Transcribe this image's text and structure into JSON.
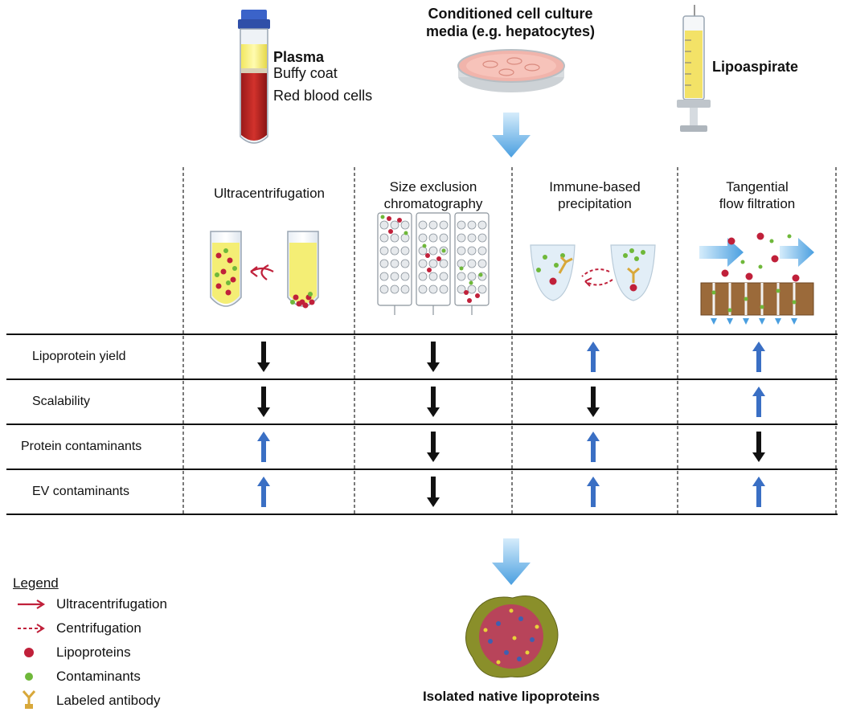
{
  "sources": {
    "plasma": {
      "top": "Plasma",
      "middle": "Buffy coat",
      "bottom": "Red blood cells"
    },
    "media": {
      "line1": "Conditioned cell culture",
      "line2": "media (e.g. hepatocytes)"
    },
    "lipo": {
      "label": "Lipoaspirate"
    }
  },
  "methods": [
    {
      "line1": "Ultracentrifugation",
      "line2": ""
    },
    {
      "line1": "Size exclusion",
      "line2": "chromatography"
    },
    {
      "line1": "Immune-based",
      "line2": "precipitation"
    },
    {
      "line1": "Tangential",
      "line2": "flow filtration"
    }
  ],
  "criteria": [
    "Lipoprotein yield",
    "Scalability",
    "Protein contaminants",
    "EV contaminants"
  ],
  "ratings": [
    [
      "down",
      "down",
      "up",
      "up"
    ],
    [
      "down",
      "down",
      "down",
      "up"
    ],
    [
      "up",
      "down",
      "up",
      "down"
    ],
    [
      "up",
      "down",
      "up",
      "up"
    ]
  ],
  "colors": {
    "up": "#3a6fc4",
    "down": "#111111",
    "red": "#c0203a",
    "green": "#6fb83a",
    "flow": "#6fb3e8"
  },
  "legend": {
    "title": "Legend",
    "items": [
      {
        "icon": "solid-red-arrow-icon",
        "label": "Ultracentrifugation"
      },
      {
        "icon": "dashed-red-arrow-icon",
        "label": "Centrifugation"
      },
      {
        "icon": "red-dot-icon",
        "label": "Lipoproteins"
      },
      {
        "icon": "green-dot-icon",
        "label": "Contaminants"
      },
      {
        "icon": "antibody-icon",
        "label": "Labeled antibody"
      }
    ]
  },
  "result": {
    "label": "Isolated native lipoproteins"
  }
}
